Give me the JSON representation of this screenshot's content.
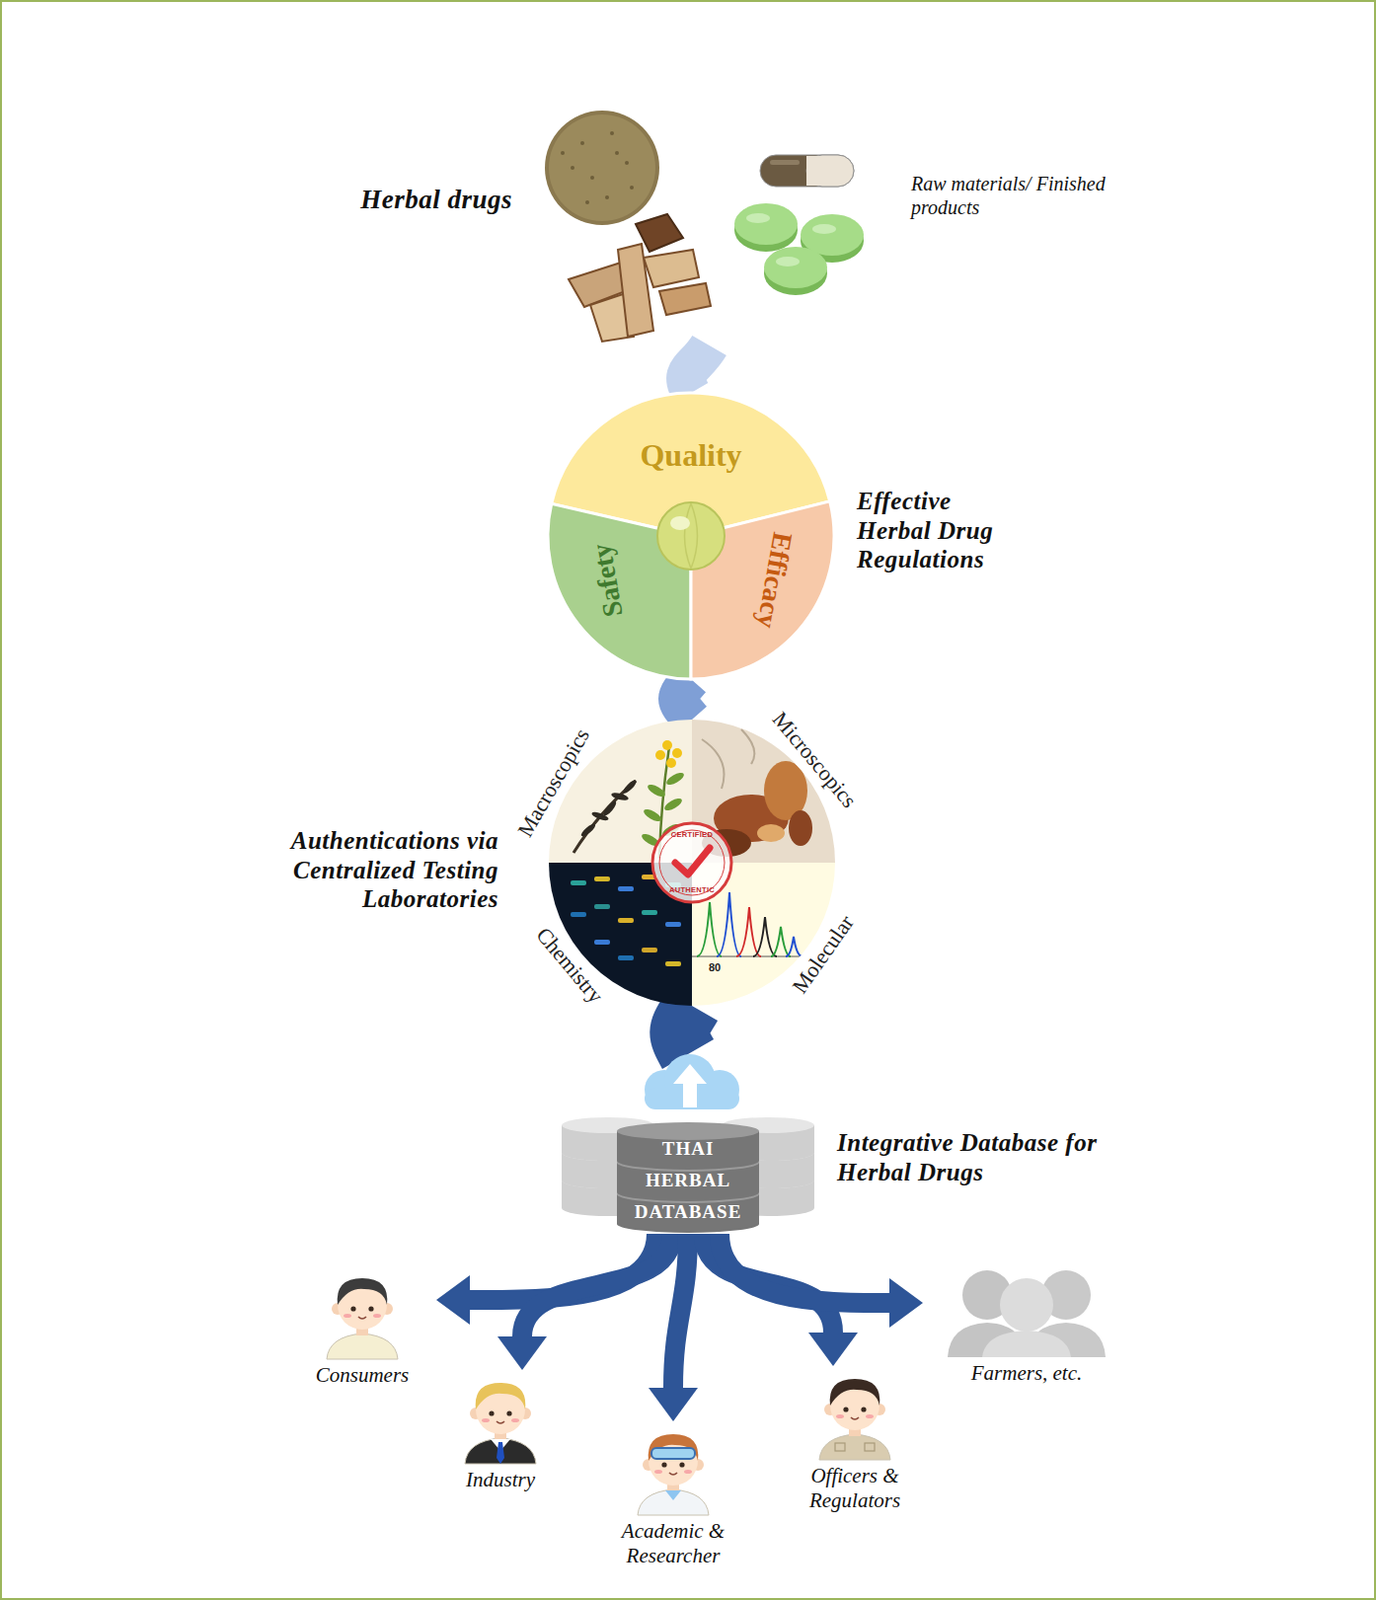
{
  "diagram": {
    "nodes": [
      {
        "text": [
          "Herbal drugs",
          "Raw materials/ Finished products"
        ]
      },
      {
        "text": [
          "Effective Herbal Drug Regulations"
        ]
      },
      {
        "text": [
          "Quality"
        ],
        "in": 1
      },
      {
        "text": [
          "Safety"
        ],
        "in": 1
      },
      {
        "text": [
          "Efficacy"
        ],
        "in": 1
      },
      {
        "text": [
          "Authentications via Centralized Testing Laboratories"
        ]
      },
      {
        "text": [
          "Macroscopics"
        ],
        "in": 5
      },
      {
        "text": [
          "Microscopics"
        ],
        "in": 5
      },
      {
        "text": [
          "Chemistry"
        ],
        "in": 5
      },
      {
        "text": [
          "Molecular"
        ],
        "in": 5
      },
      {
        "text": [
          "THAI",
          "HERBAL",
          "DATABASE",
          "Integrative Database for Herbal Drugs"
        ]
      },
      {
        "text": [
          "Consumers"
        ]
      },
      {
        "text": [
          "Industry"
        ]
      },
      {
        "text": [
          "Academic & Researcher"
        ]
      },
      {
        "text": [
          "Officers & Regulators"
        ]
      },
      {
        "text": [
          "Farmers, etc."
        ]
      }
    ],
    "edges": [
      {
        "from": 0,
        "to": 1,
        "arrow": "none"
      },
      {
        "from": 1,
        "to": 5,
        "arrow": "none"
      },
      {
        "from": 5,
        "to": 10,
        "arrow": "none"
      },
      {
        "from": 10,
        "to": 11,
        "arrow": "to"
      },
      {
        "from": 10,
        "to": 12,
        "arrow": "to"
      },
      {
        "from": 10,
        "to": 13,
        "arrow": "to"
      },
      {
        "from": 10,
        "to": 14,
        "arrow": "to"
      },
      {
        "from": 10,
        "to": 15,
        "arrow": "to"
      }
    ],
    "labels": [
      "CERTIFIED",
      "AUTHENTIC",
      "80"
    ]
  }
}
